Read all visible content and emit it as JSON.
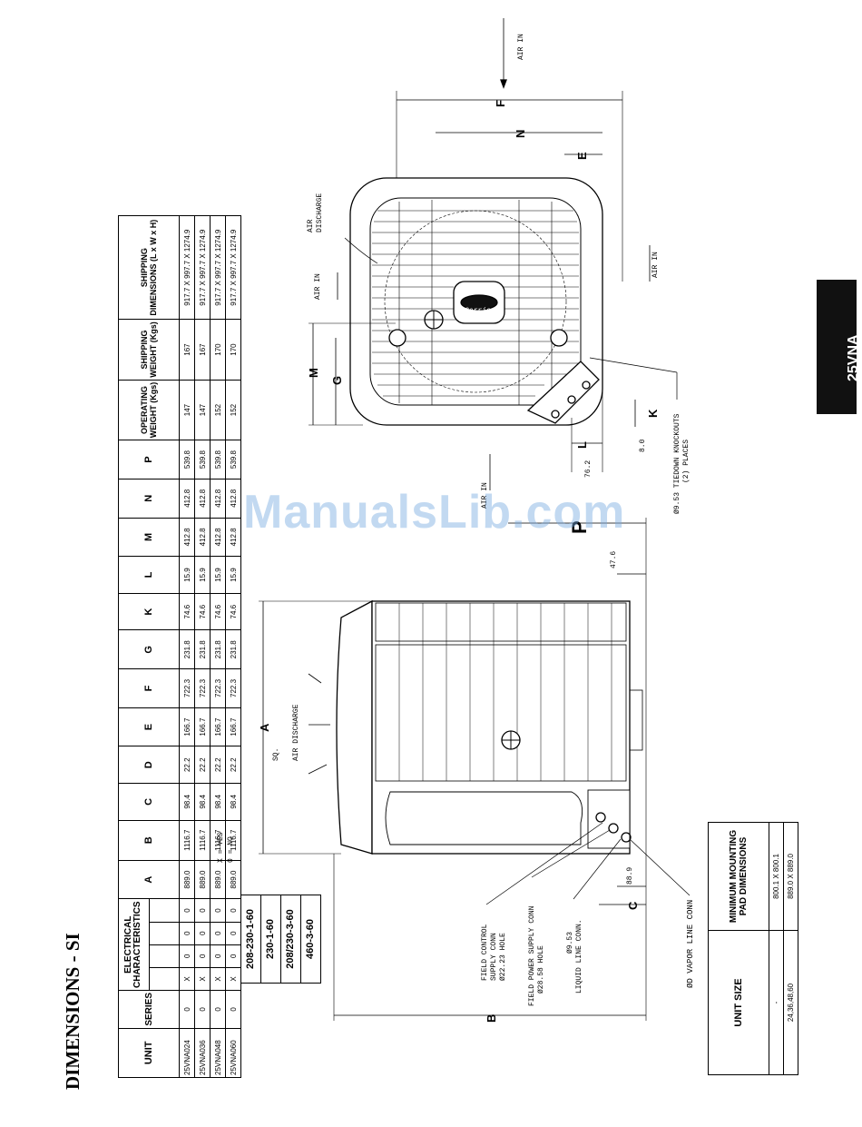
{
  "page": {
    "title": "DIMENSIONS - SI",
    "side_tab": "25VNA",
    "watermark": "ManualsLib.com"
  },
  "spec_table": {
    "headers": {
      "unit": "UNIT",
      "series": "SERIES",
      "electrical": [
        "ELECTRICAL",
        "CHARACTERISTICS"
      ],
      "dims": [
        "A",
        "B",
        "C",
        "D",
        "E",
        "F",
        "G",
        "K",
        "L",
        "M",
        "N",
        "P"
      ],
      "operating_weight": [
        "OPERATING",
        "WEIGHT (Kgs)"
      ],
      "shipping_weight": [
        "SHIPPING",
        "WEIGHT (Kgs)"
      ],
      "shipping_dims": [
        "SHIPPING",
        "DIMENSIONS (L x W x H)"
      ]
    },
    "electrical_subheaders": [
      "208-230-1-60",
      "230-1-60",
      "208/230-3-60",
      "460-3-60"
    ],
    "rows": [
      {
        "unit": "25VNA024",
        "series": "0",
        "elec": [
          "X",
          "0",
          "0",
          "0"
        ],
        "dims": [
          "889.0",
          "1116.7",
          "98.4",
          "22.2",
          "166.7",
          "722.3",
          "231.8",
          "74.6",
          "15.9",
          "412.8",
          "412.8",
          "539.8"
        ],
        "op_weight": "147",
        "ship_weight": "167",
        "ship_dims": "917.7 X 997.7 X 1274.9"
      },
      {
        "unit": "25VNA036",
        "series": "0",
        "elec": [
          "X",
          "0",
          "0",
          "0"
        ],
        "dims": [
          "889.0",
          "1116.7",
          "98.4",
          "22.2",
          "166.7",
          "722.3",
          "231.8",
          "74.6",
          "15.9",
          "412.8",
          "412.8",
          "539.8"
        ],
        "op_weight": "147",
        "ship_weight": "167",
        "ship_dims": "917.7 X 997.7 X 1274.9"
      },
      {
        "unit": "25VNA048",
        "series": "0",
        "elec": [
          "X",
          "0",
          "0",
          "0"
        ],
        "dims": [
          "889.0",
          "1116.7",
          "98.4",
          "22.2",
          "166.7",
          "722.3",
          "231.8",
          "74.6",
          "15.9",
          "412.8",
          "412.8",
          "539.8"
        ],
        "op_weight": "152",
        "ship_weight": "170",
        "ship_dims": "917.7 X 997.7 X 1274.9"
      },
      {
        "unit": "25VNA060",
        "series": "0",
        "elec": [
          "X",
          "0",
          "0",
          "0"
        ],
        "dims": [
          "889.0",
          "1116.7",
          "98.4",
          "22.2",
          "166.7",
          "722.3",
          "231.8",
          "74.6",
          "15.9",
          "412.8",
          "412.8",
          "539.8"
        ],
        "op_weight": "152",
        "ship_weight": "170",
        "ship_dims": "917.7 X 997.7 X 1274.9"
      }
    ],
    "legend": [
      "X = YES",
      "0 = NO"
    ]
  },
  "pad_table": {
    "headers": [
      "UNIT SIZE",
      "MINIMUM MOUNTING PAD DIMENSIONS"
    ],
    "rows": [
      {
        "size": "-",
        "pad": "800.1 X 800.1"
      },
      {
        "size": "24,36,48,60",
        "pad": "889.0 X 889.0"
      }
    ]
  },
  "drawing_labels": {
    "air_in": "AIR IN",
    "air_discharge": "AIR DISCHARGE",
    "air_discharge_top": [
      "AIR",
      "DISCHARGE"
    ],
    "tiedown": [
      "Ø9.53 TIEDOWN KNOCKOUTS",
      "(2) PLACES"
    ],
    "field_control": [
      "FIELD CONTROL",
      "SUPPLY CONN",
      "Ø22.23 HOLE"
    ],
    "field_power": [
      "FIELD POWER SUPPLY CONN",
      "Ø28.58 HOLE"
    ],
    "liquid_line": [
      "Ø9.53",
      "LIQUID LINE CONN."
    ],
    "vapor_line": "ØD VAPOR LINE CONN",
    "sq": "SQ.",
    "dim_47_6": "47.6",
    "dim_88_9": "88.9",
    "dim_76_2": "76.2",
    "dim_8_0": "8.0",
    "letters": {
      "A": "A",
      "B": "B",
      "C": "C",
      "E": "E",
      "F": "F",
      "G": "G",
      "K": "K",
      "L": "L",
      "M": "M",
      "N": "N",
      "P": "P"
    },
    "logo": "Carrier"
  }
}
